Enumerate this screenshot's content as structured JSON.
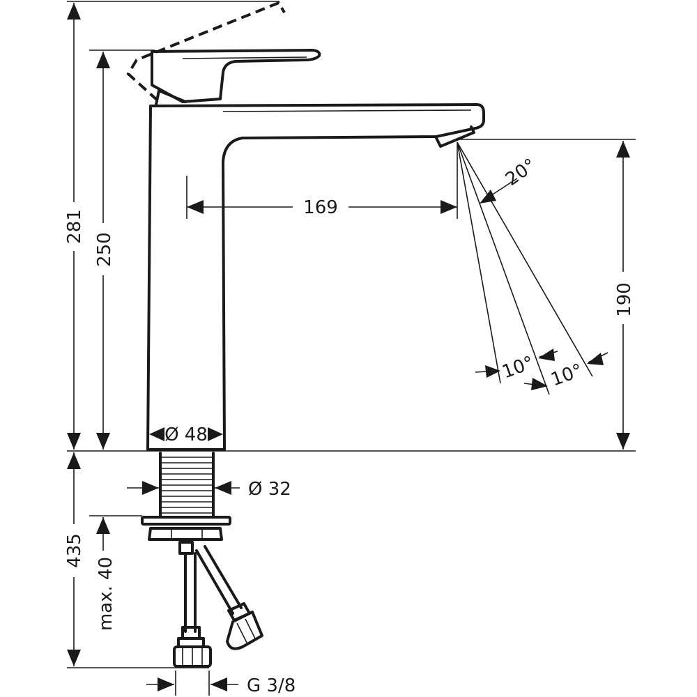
{
  "dimensions": {
    "total_height": "281",
    "body_height": "250",
    "spout_reach": "169",
    "spout_clearance": "190",
    "spray_angle": "20°",
    "left_angle": "10°",
    "right_angle": "10°",
    "base_diameter": "Ø 48",
    "shank_diameter": "Ø 32",
    "below_counter": "435",
    "max_thickness": "max. 40",
    "connection": "G 3/8"
  }
}
